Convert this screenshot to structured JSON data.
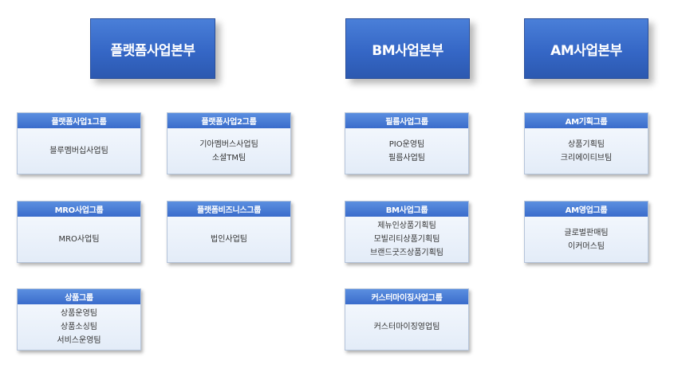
{
  "divisions": [
    {
      "label": "플랫폼사업본부"
    },
    {
      "label": "BM사업본부"
    },
    {
      "label": "AM사업본부"
    }
  ],
  "groups": [
    {
      "title": "플랫폼사업1그룹",
      "teams": [
        "블루멤버십사업팀"
      ]
    },
    {
      "title": "플랫폼사업2그룹",
      "teams": [
        "기아멤버스사업팀",
        "소셜TM팀"
      ]
    },
    {
      "title": "MRO사업그룹",
      "teams": [
        "MRO사업팀"
      ]
    },
    {
      "title": "플랫폼비즈니스그룹",
      "teams": [
        "법인사업팀"
      ]
    },
    {
      "title": "상품그룹",
      "teams": [
        "상품운영팀",
        "상품소싱팀",
        "서비스운영팀"
      ]
    },
    {
      "title": "필름사업그룹",
      "teams": [
        "PIO운영팀",
        "필름사업팀"
      ]
    },
    {
      "title": "BM사업그룹",
      "teams": [
        "제뉴인상품기획팀",
        "모빌리티상품기획팀",
        "브랜드굿즈상품기획팀"
      ]
    },
    {
      "title": "커스터마이징사업그룹",
      "teams": [
        "커스터마이징영업팀"
      ]
    },
    {
      "title": "AM기획그룹",
      "teams": [
        "상품기획팀",
        "크리에이티브팀"
      ]
    },
    {
      "title": "AM영업그룹",
      "teams": [
        "글로벌판매팀",
        "이커머스팀"
      ]
    }
  ]
}
